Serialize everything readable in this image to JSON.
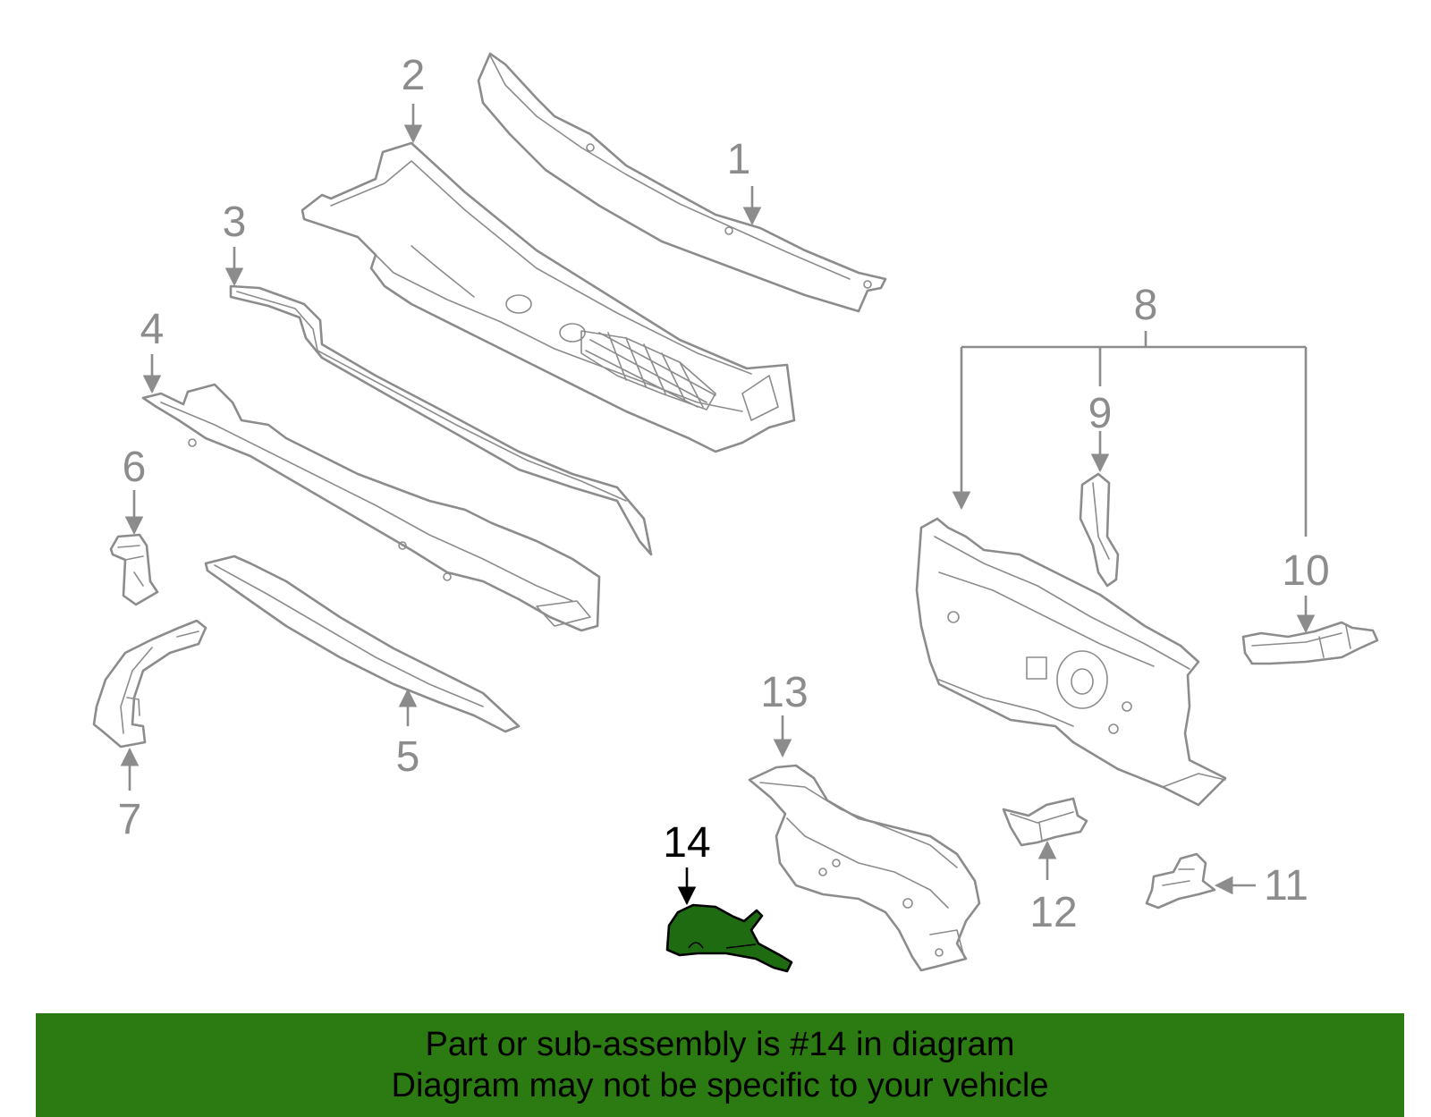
{
  "colors": {
    "line": "#8c8c8c",
    "highlight_fill": "#1f6b12",
    "highlight_label": "#000000",
    "banner_background": "#2b7a12"
  },
  "labels": {
    "p1": "1",
    "p2": "2",
    "p3": "3",
    "p4": "4",
    "p5": "5",
    "p6": "6",
    "p7": "7",
    "p8": "8",
    "p9": "9",
    "p10": "10",
    "p11": "11",
    "p12": "12",
    "p13": "13",
    "p14": "14"
  },
  "highlighted_part": "14",
  "banner": {
    "line1": "Part or sub-assembly is #14 in diagram",
    "line2": "Diagram may not be specific to your vehicle"
  }
}
